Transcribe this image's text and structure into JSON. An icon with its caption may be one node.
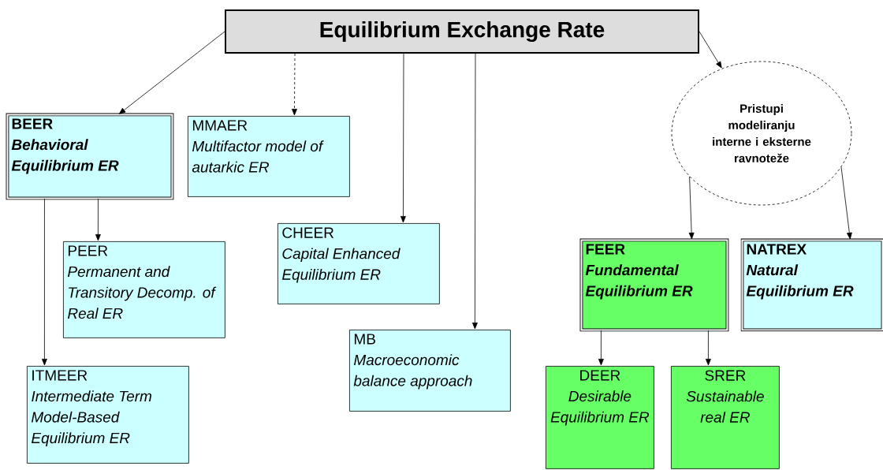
{
  "diagram": {
    "nodes": [
      {
        "text": [
          "Equilibrium Exchange Rate"
        ]
      },
      {
        "text": [
          "BEER",
          "Behavioral Equilibrium ER"
        ]
      },
      {
        "text": [
          "MMAER",
          "Multifactor model of autarkic ER"
        ]
      },
      {
        "text": [
          "PEER",
          "Permanent and Transitory Decomp. of Real ER"
        ]
      },
      {
        "text": [
          "ITMEER",
          "Intermediate Term Model-Based Equilibrium ER"
        ]
      },
      {
        "text": [
          "CHEER",
          "Capital Enhanced Equilibrium ER"
        ]
      },
      {
        "text": [
          "MB",
          "Macroeconomic balance approach"
        ]
      },
      {
        "text": [
          "Pristupi modeliranju interne i eksterne ravnoteže"
        ]
      },
      {
        "text": [
          "FEER",
          "Fundamental Equilibrium ER"
        ]
      },
      {
        "text": [
          "NATREX",
          "Natural Equilibrium ER"
        ]
      },
      {
        "text": [
          "DEER",
          "Desirable Equilibrium ER"
        ]
      },
      {
        "text": [
          "SRER",
          "Sustainable real ER"
        ]
      }
    ],
    "edges": [
      {
        "from": 0,
        "to": 1,
        "arrow": "to"
      },
      {
        "from": 0,
        "to": 2,
        "arrow": "to",
        "style": "dashed"
      },
      {
        "from": 0,
        "to": 5,
        "arrow": "to"
      },
      {
        "from": 0,
        "to": 6,
        "arrow": "to"
      },
      {
        "from": 0,
        "to": 7,
        "arrow": "to"
      },
      {
        "from": 1,
        "to": 3,
        "arrow": "to"
      },
      {
        "from": 1,
        "to": 4,
        "arrow": "to"
      },
      {
        "from": 7,
        "to": 8,
        "arrow": "to"
      },
      {
        "from": 7,
        "to": 9,
        "arrow": "to"
      },
      {
        "from": 8,
        "to": 10,
        "arrow": "to"
      },
      {
        "from": 8,
        "to": 11,
        "arrow": "to"
      }
    ]
  }
}
